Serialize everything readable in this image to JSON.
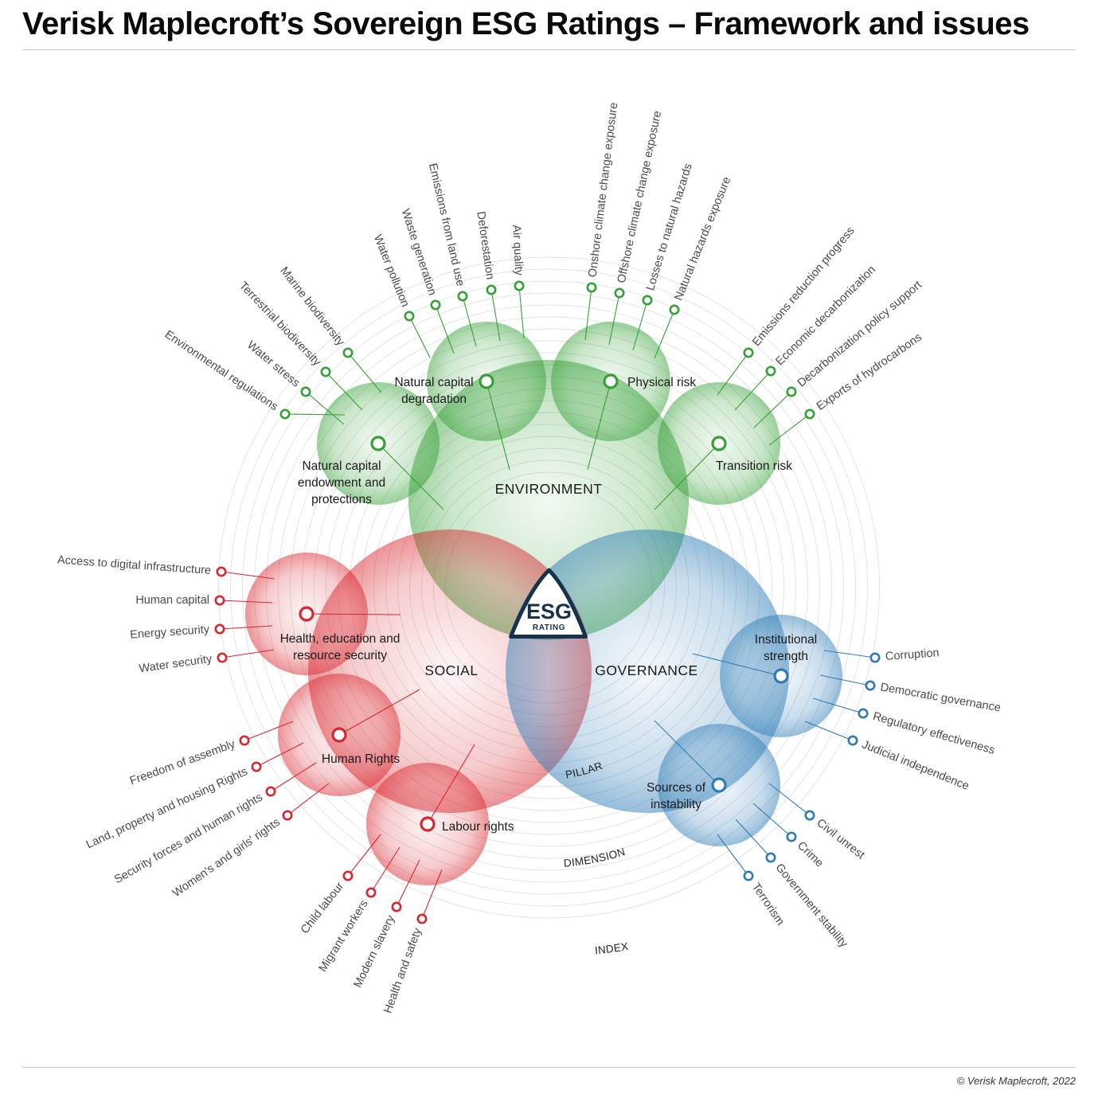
{
  "title": "Verisk Maplecroft’s Sovereign ESG Ratings – Framework and issues",
  "credit": "© Verisk Maplecroft, 2022",
  "center": {
    "main": "ESG",
    "sub": "RATING"
  },
  "ring_labels": {
    "pillar": "PILLAR",
    "dimension": "DIMENSION",
    "index": "INDEX"
  },
  "colors": {
    "environment": "#35a036",
    "social": "#d9262e",
    "governance": "#2c7bb6",
    "center": "#17324d"
  },
  "pillars": [
    {
      "id": "environment",
      "name": "ENVIRONMENT",
      "dimensions": [
        {
          "name": [
            "Natural capital",
            "endowment and",
            "protections"
          ],
          "issues": [
            "Environmental regulations",
            "Water stress",
            "Terrestrial biodiversity",
            "Marine biodiversity"
          ]
        },
        {
          "name": [
            "Natural capital",
            "degradation"
          ],
          "issues": [
            "Water pollution",
            "Waste generation",
            "Emissions from land use",
            "Deforestation",
            "Air quality"
          ]
        },
        {
          "name": [
            "Physical risk"
          ],
          "issues": [
            "Onshore climate change exposure",
            "Offshore climate change exposure",
            "Losses to natural hazards",
            "Natural hazards exposure"
          ]
        },
        {
          "name": [
            "Transition risk"
          ],
          "issues": [
            "Emissions reduction progress",
            "Economic decarbonization",
            "Decarbonization policy support",
            "Exports of hydrocarbons"
          ]
        }
      ]
    },
    {
      "id": "social",
      "name": "SOCIAL",
      "dimensions": [
        {
          "name": [
            "Health, education and",
            "resource security"
          ],
          "issues": [
            "Access to digital infrastructure",
            "Human capital",
            "Energy security",
            "Water security"
          ]
        },
        {
          "name": [
            "Human Rights"
          ],
          "issues": [
            "Freedom of assembly",
            "Land, property and housing Rights",
            "Security forces and human rights",
            "Women's and girls' rights"
          ]
        },
        {
          "name": [
            "Labour rights"
          ],
          "issues": [
            "Child labour",
            "Migrant workers",
            "Modern slavery",
            "Health and safety"
          ]
        }
      ]
    },
    {
      "id": "governance",
      "name": "GOVERNANCE",
      "dimensions": [
        {
          "name": [
            "Institutional",
            "strength"
          ],
          "issues": [
            "Corruption",
            "Democratic governance",
            "Regulatory effectiveness",
            "Judicial independence"
          ]
        },
        {
          "name": [
            "Sources of",
            "instability"
          ],
          "issues": [
            "Civil unrest",
            "Crime",
            "Government stability",
            "Terrorism"
          ]
        }
      ]
    }
  ]
}
